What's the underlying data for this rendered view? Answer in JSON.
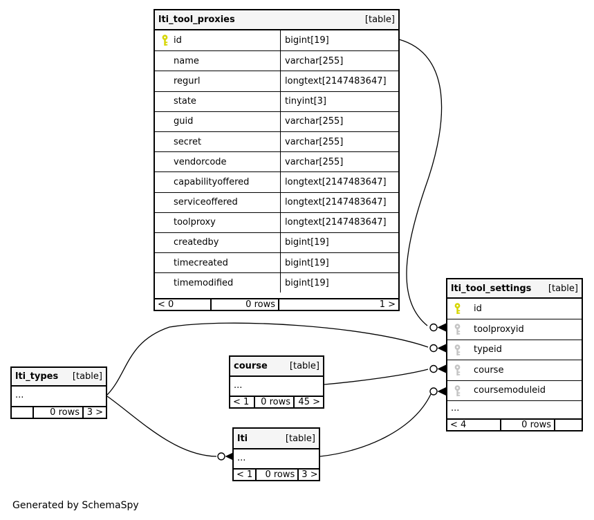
{
  "colors": {
    "header_bg": "#f5f5f5",
    "primary_key": "#d6d600",
    "foreign_key": "#c4c4c4"
  },
  "footer_note": "Generated by SchemaSpy",
  "tables": {
    "lti_tool_proxies": {
      "title": "lti_tool_proxies",
      "badge": "[table]",
      "columns": [
        {
          "name": "id",
          "type": "bigint[19]",
          "key": "primary"
        },
        {
          "name": "name",
          "type": "varchar[255]",
          "key": ""
        },
        {
          "name": "regurl",
          "type": "longtext[2147483647]",
          "key": ""
        },
        {
          "name": "state",
          "type": "tinyint[3]",
          "key": ""
        },
        {
          "name": "guid",
          "type": "varchar[255]",
          "key": ""
        },
        {
          "name": "secret",
          "type": "varchar[255]",
          "key": ""
        },
        {
          "name": "vendorcode",
          "type": "varchar[255]",
          "key": ""
        },
        {
          "name": "capabilityoffered",
          "type": "longtext[2147483647]",
          "key": ""
        },
        {
          "name": "serviceoffered",
          "type": "longtext[2147483647]",
          "key": ""
        },
        {
          "name": "toolproxy",
          "type": "longtext[2147483647]",
          "key": ""
        },
        {
          "name": "createdby",
          "type": "bigint[19]",
          "key": ""
        },
        {
          "name": "timecreated",
          "type": "bigint[19]",
          "key": ""
        },
        {
          "name": "timemodified",
          "type": "bigint[19]",
          "key": ""
        }
      ],
      "footer": {
        "left": "< 0",
        "center": "0 rows",
        "right": "1 >"
      }
    },
    "lti_tool_settings": {
      "title": "lti_tool_settings",
      "badge": "[table]",
      "columns": [
        {
          "name": "id",
          "key": "primary"
        },
        {
          "name": "toolproxyid",
          "key": "foreign"
        },
        {
          "name": "typeid",
          "key": "foreign"
        },
        {
          "name": "course",
          "key": "foreign"
        },
        {
          "name": "coursemoduleid",
          "key": "foreign"
        },
        {
          "name": "...",
          "key": ""
        }
      ],
      "footer": {
        "left": "< 4",
        "center": "0 rows",
        "right": ""
      }
    },
    "lti_types": {
      "title": "lti_types",
      "badge": "[table]",
      "columns": [
        {
          "name": "...",
          "key": ""
        }
      ],
      "footer": {
        "left": "",
        "center": "0 rows",
        "right": "3 >"
      }
    },
    "course": {
      "title": "course",
      "badge": "[table]",
      "columns": [
        {
          "name": "...",
          "key": ""
        }
      ],
      "footer": {
        "left": "< 1",
        "center": "0 rows",
        "right": "45 >"
      }
    },
    "lti": {
      "title": "lti",
      "badge": "[table]",
      "columns": [
        {
          "name": "...",
          "key": ""
        }
      ],
      "footer": {
        "left": "< 1",
        "center": "0 rows",
        "right": "3 >"
      }
    }
  },
  "relationships": [
    {
      "from": "lti_tool_proxies.id",
      "to": "lti_tool_settings.toolproxyid"
    },
    {
      "from": "lti_types",
      "to": "lti_tool_settings.typeid"
    },
    {
      "from": "course",
      "to": "lti_tool_settings.course"
    },
    {
      "from": "lti",
      "to": "lti_tool_settings.coursemoduleid"
    },
    {
      "from": "lti_types",
      "to": "lti"
    }
  ]
}
